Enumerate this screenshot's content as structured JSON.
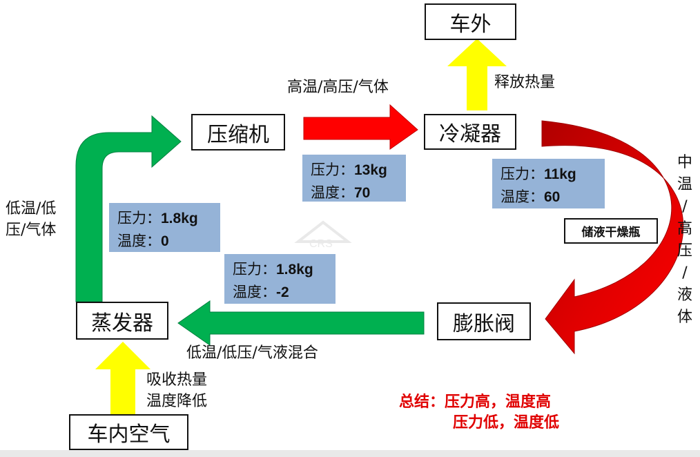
{
  "components": {
    "outside": "车外",
    "compressor": "压缩机",
    "condenser": "冷凝器",
    "evaporator": "蒸发器",
    "expansion_valve": "膨胀阀",
    "cabin_air": "车内空气",
    "receiver_drier": "储液干燥瓶"
  },
  "flow_labels": {
    "high_gas": "高温/高压/气体",
    "release_heat": "释放热量",
    "low_mix": "低温/低压/气液混合",
    "low_gas_line1": "低温/低",
    "low_gas_line2": "压/气体",
    "absorb_line1": "吸收热量",
    "absorb_line2": "温度降低",
    "mid_liquid_chars": [
      "中",
      "温",
      "/",
      "高",
      "压",
      "/",
      "液",
      "体"
    ]
  },
  "readings": {
    "compressor_out": {
      "pressure_label": "压力：",
      "pressure": "13kg",
      "temp_label": "温度：",
      "temp": "70"
    },
    "condenser_out": {
      "pressure_label": "压力：",
      "pressure": "11kg",
      "temp_label": "温度：",
      "temp": "60"
    },
    "evaporator_out": {
      "pressure_label": "压力：",
      "pressure": "1.8kg",
      "temp_label": "温度：",
      "temp": "0"
    },
    "valve_out": {
      "pressure_label": "压力：",
      "pressure": "1.8kg",
      "temp_label": "温度：",
      "temp": "-2"
    }
  },
  "summary": {
    "line1": "总结：压力高，温度高",
    "line2": "压力低，温度低"
  },
  "colors": {
    "hot_arrow": "#ff0000",
    "cold_arrow": "#00b050",
    "heat_arrow": "#ffff00",
    "info_fill": "#95b3d7",
    "summary_text": "#e00000"
  }
}
